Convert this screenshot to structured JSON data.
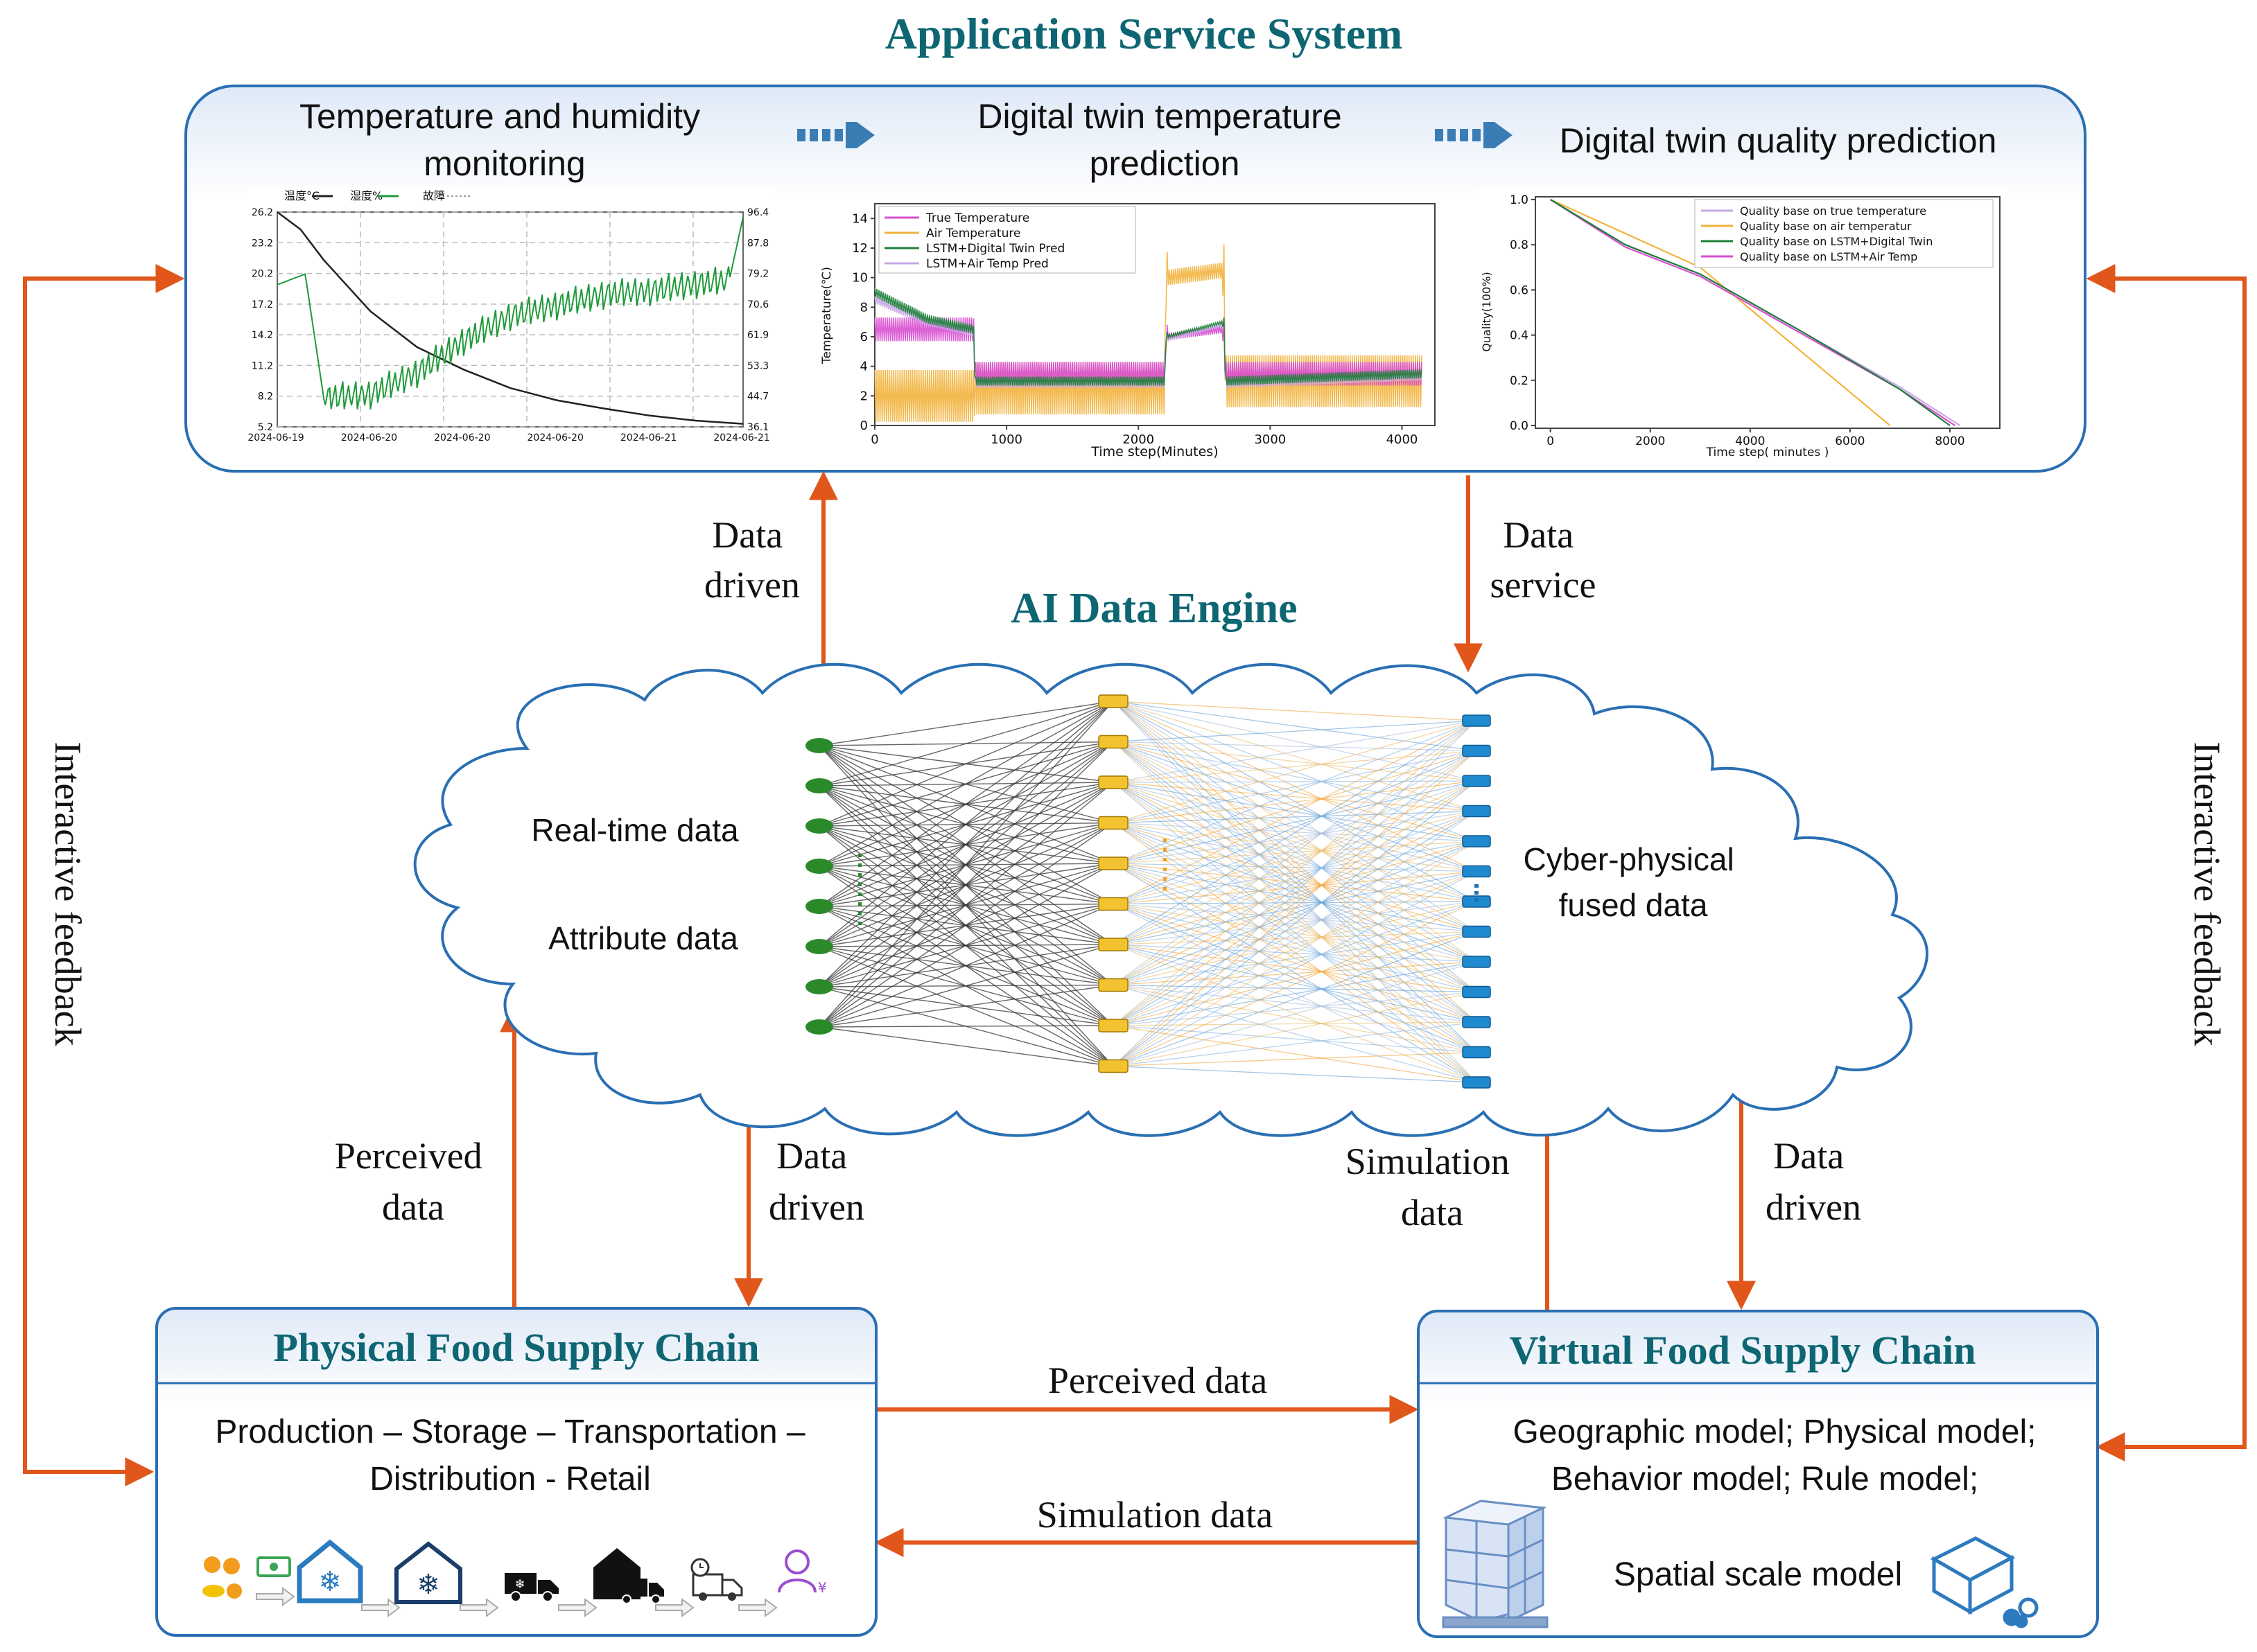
{
  "colors": {
    "title": "#0e6673",
    "arrow": "#e0561b",
    "panel_border": "#2a6fb3",
    "hum_line": "#1f9a3a",
    "true_temp": "#d84fd0",
    "air_temp": "#f2b33d",
    "lstm_dt": "#1d7f3a",
    "lstm_air": "#c7a8e6",
    "node_input": "#2a8a2a",
    "node_hidden": "#f2c230",
    "node_output": "#1f8ad0"
  },
  "app_service": {
    "title": "Application Service System",
    "stage1": [
      "Temperature and humidity",
      "monitoring"
    ],
    "stage2": [
      "Digital twin temperature",
      "prediction"
    ],
    "stage3": "Digital twin quality prediction",
    "chart1": {
      "legend": [
        "温度°C",
        "湿度%",
        "故障"
      ],
      "y_left_ticks": [
        "26.2",
        "23.2",
        "20.2",
        "17.2",
        "14.2",
        "11.2",
        "8.2",
        "5.2"
      ],
      "y_right_ticks": [
        "96.4",
        "87.8",
        "79.2",
        "70.6",
        "61.9",
        "53.3",
        "44.7",
        "36.1"
      ],
      "x_ticks": [
        "2024-06-19",
        "2024-06-20",
        "2024-06-20",
        "2024-06-20",
        "2024-06-21",
        "2024-06-21"
      ]
    },
    "chart2": {
      "legend": [
        "True Temperature",
        "Air Temperature",
        "LSTM+Digital Twin Pred",
        "LSTM+Air Temp Pred"
      ],
      "ylabel": "Temperature(℃)",
      "xlabel": "Time step(Minutes)",
      "y_ticks": [
        "0",
        "2",
        "4",
        "6",
        "8",
        "10",
        "12",
        "14"
      ],
      "x_ticks": [
        "0",
        "1000",
        "2000",
        "3000",
        "4000"
      ]
    },
    "chart3": {
      "legend": [
        "Quality base on true temperature",
        "Quality base on air temperatur",
        "Quality base on LSTM+Digital Twin",
        "Quality base on LSTM+Air Temp"
      ],
      "ylabel": "Quality(100%)",
      "xlabel": "Time step( minutes )",
      "y_ticks": [
        "0.0",
        "0.2",
        "0.4",
        "0.6",
        "0.8",
        "1.0"
      ],
      "x_ticks": [
        "0",
        "2000",
        "4000",
        "6000",
        "8000"
      ]
    }
  },
  "chart_data": [
    {
      "type": "line",
      "title": "",
      "series": [
        {
          "name": "温度°C",
          "x_frac": [
            0,
            0.05,
            0.1,
            0.2,
            0.3,
            0.4,
            0.5,
            0.6,
            0.7,
            0.8,
            0.9,
            1.0
          ],
          "values": [
            26.2,
            24.5,
            21.5,
            16.5,
            13.0,
            10.8,
            9.0,
            7.8,
            7.0,
            6.3,
            5.8,
            5.5
          ]
        },
        {
          "name": "湿度%",
          "x_frac": [
            0,
            0.06,
            0.1,
            0.2,
            0.3,
            0.4,
            0.5,
            0.6,
            0.7,
            0.8,
            0.9,
            0.97,
            1.0
          ],
          "values": [
            76,
            79,
            44,
            45,
            51,
            60,
            67,
            70,
            73,
            74,
            76,
            77,
            95
          ]
        }
      ],
      "ylim": [
        5.2,
        26.2
      ],
      "ylim_right": [
        36.1,
        96.4
      ]
    },
    {
      "type": "line",
      "title": "",
      "xlabel": "Time step(Minutes)",
      "ylabel": "Temperature(℃)",
      "xlim": [
        0,
        4250
      ],
      "ylim": [
        0,
        15
      ],
      "series": [
        {
          "name": "True Temperature",
          "x": [
            0,
            750,
            760,
            2200,
            2210,
            2650,
            2660,
            4150
          ],
          "values": [
            6.5,
            6.5,
            3.5,
            3.5,
            6.0,
            6.5,
            3.5,
            3.5
          ]
        },
        {
          "name": "Air Temperature",
          "x": [
            0,
            750,
            760,
            2200,
            2210,
            2650,
            2660,
            4150
          ],
          "values": [
            2.0,
            2.0,
            2.5,
            2.5,
            10.0,
            10.5,
            3.0,
            3.0
          ]
        },
        {
          "name": "LSTM+Digital Twin Pred",
          "x": [
            0,
            400,
            750,
            760,
            2200,
            2210,
            2650,
            2660,
            4150
          ],
          "values": [
            9.0,
            7.2,
            6.5,
            3.0,
            3.0,
            6.0,
            7.0,
            3.0,
            3.5
          ]
        },
        {
          "name": "LSTM+Air Temp Pred",
          "x": [
            0,
            400,
            750,
            760,
            2200,
            2210,
            2650,
            2660,
            4150
          ],
          "values": [
            8.5,
            7.0,
            6.3,
            2.8,
            2.8,
            5.8,
            6.8,
            2.8,
            3.3
          ]
        }
      ]
    },
    {
      "type": "line",
      "title": "",
      "xlabel": "Time step( minutes )",
      "ylabel": "Quality(100%)",
      "xlim": [
        -300,
        9000
      ],
      "ylim": [
        0,
        1.0
      ],
      "series": [
        {
          "name": "Quality base on true temperature",
          "x": [
            0,
            1500,
            3000,
            5000,
            7000,
            8200
          ],
          "values": [
            1.0,
            0.8,
            0.67,
            0.42,
            0.17,
            0.0
          ]
        },
        {
          "name": "Quality base on air temperatur",
          "x": [
            0,
            3000,
            6800
          ],
          "values": [
            1.0,
            0.7,
            0.0
          ]
        },
        {
          "name": "Quality base on LSTM+Digital Twin",
          "x": [
            0,
            1500,
            3000,
            5000,
            7000,
            8000
          ],
          "values": [
            1.0,
            0.8,
            0.67,
            0.42,
            0.16,
            0.0
          ]
        },
        {
          "name": "Quality base on LSTM+Air Temp",
          "x": [
            0,
            1500,
            3000,
            5000,
            7000,
            8100
          ],
          "values": [
            1.0,
            0.79,
            0.66,
            0.41,
            0.16,
            0.0
          ]
        }
      ]
    }
  ],
  "flows": {
    "data_driven_up": [
      "Data",
      "driven"
    ],
    "data_service": [
      "Data",
      "service"
    ],
    "perceived_left": [
      "Perceived",
      "data"
    ],
    "data_driven_down_left": [
      "Data",
      "driven"
    ],
    "simulation_up": [
      "Simulation",
      "data"
    ],
    "data_driven_down_right": [
      "Data",
      "driven"
    ],
    "perceived_mid": "Perceived data",
    "simulation_mid": "Simulation data",
    "interactive_feedback": "Interactive feedback"
  },
  "ai_engine": {
    "title": "AI Data Engine",
    "input_label_1": "Real-time data",
    "input_label_2": "Attribute data",
    "output_label": [
      "Cyber-physical",
      "fused data"
    ],
    "input_nodes": 8,
    "hidden_nodes": 10,
    "output_nodes": 13
  },
  "physical": {
    "title": "Physical Food Supply Chain",
    "line1": "Production – Storage – Transportation –",
    "line2": "Distribution -  Retail",
    "icons": [
      "fruit-icon",
      "money-icon",
      "cold-storage-icon",
      "freezer-warehouse-icon",
      "refrigerated-truck-icon",
      "warehouse-truck-icon",
      "delivery-van-icon",
      "retail-customer-icon"
    ]
  },
  "virtual": {
    "title": "Virtual Food Supply Chain",
    "line1": "Geographic model;  Physical model;",
    "line2": "Behavior model;  Rule model;",
    "line3": "Spatial scale model",
    "icons": [
      "pallet-boxes-icon",
      "package-icon"
    ]
  }
}
